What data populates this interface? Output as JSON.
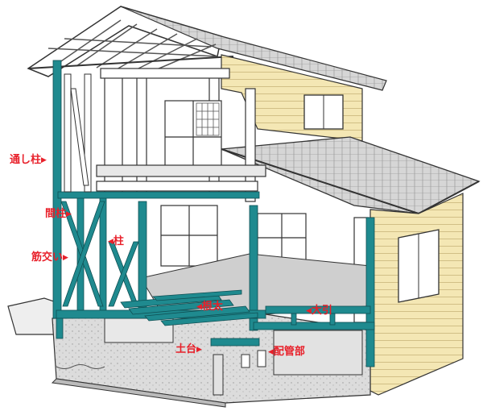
{
  "labels": {
    "toushi_bashira": "通し柱",
    "mabashira": "間柱",
    "hashira": "柱",
    "sujikai": "筋交い",
    "neda": "根太",
    "oobiki": "大引",
    "dodai": "土台",
    "haikan": "配管部"
  },
  "colors": {
    "frame_teal": "#1f8a8f",
    "label_red": "#e8202a",
    "siding_cream": "#f4e7b4",
    "foundation_gray": "#d9d9d9",
    "roof_gray": "#cfcfcf",
    "line_dark": "#333333"
  },
  "arrow_glyph": "◀",
  "arrow_glyph_right": "▶"
}
